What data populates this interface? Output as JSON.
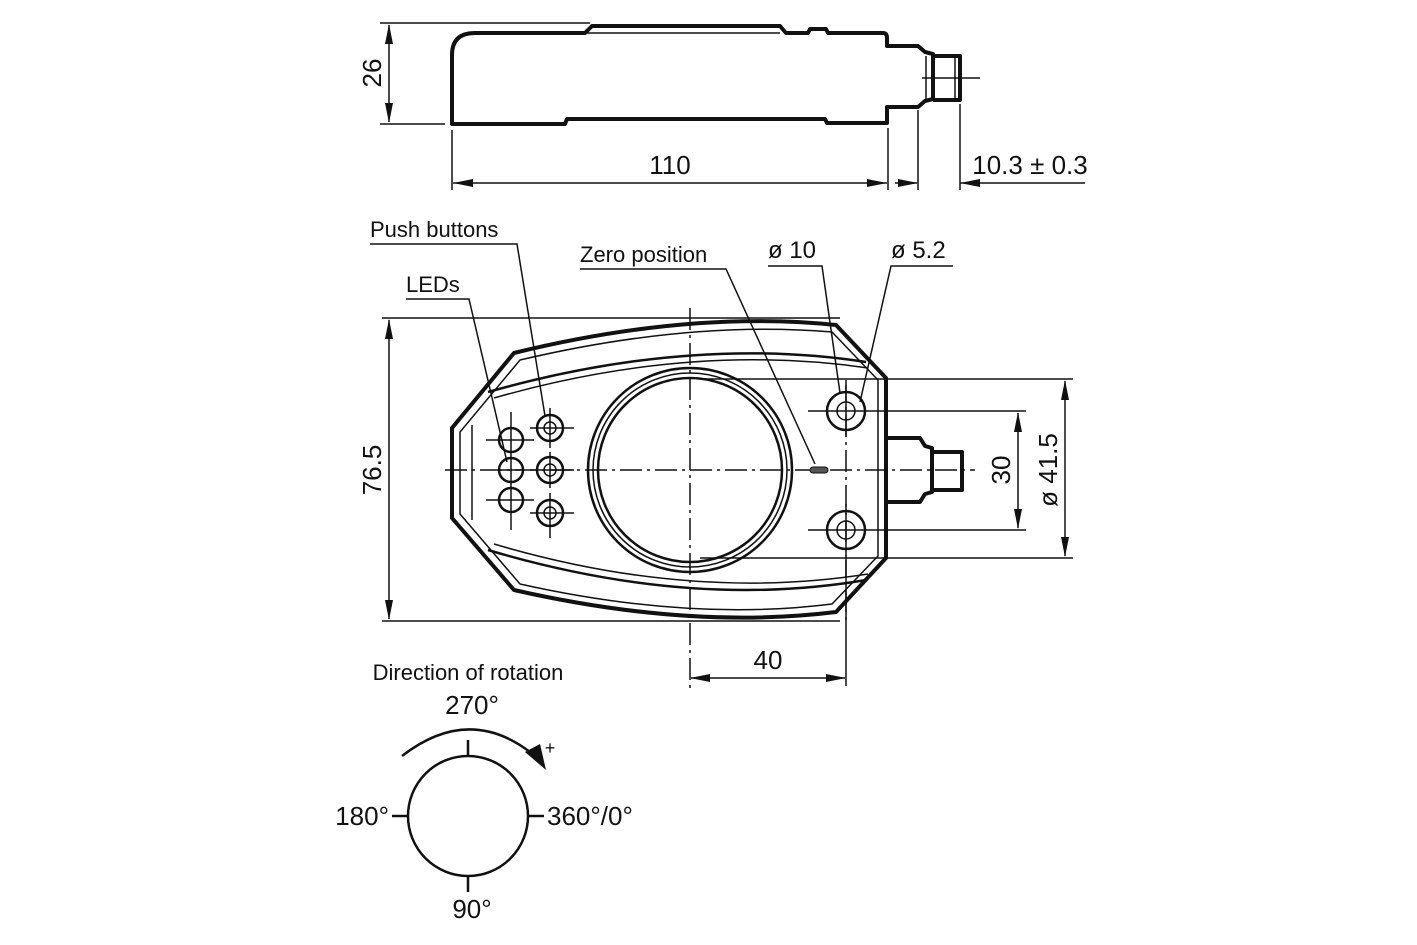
{
  "drawing": {
    "side_view": {
      "height_dim": "26",
      "length_dim": "110",
      "connector_dim": "10.3 ± 0.3"
    },
    "top_view": {
      "callouts": {
        "push_buttons": "Push buttons",
        "leds": "LEDs",
        "zero_position": "Zero position",
        "hole_outer": "ø 10",
        "hole_inner": "ø 5.2"
      },
      "height_dim": "76.5",
      "hole_spacing_dim": "30",
      "diameter_dim": "ø 41.5",
      "offset_dim": "40"
    },
    "rotation": {
      "title": "Direction of rotation",
      "label_top": "270°",
      "label_left": "180°",
      "label_right": "360°/0°",
      "label_bottom": "90°",
      "direction_sign": "+"
    }
  },
  "colors": {
    "line": "#111111",
    "background": "#ffffff"
  }
}
